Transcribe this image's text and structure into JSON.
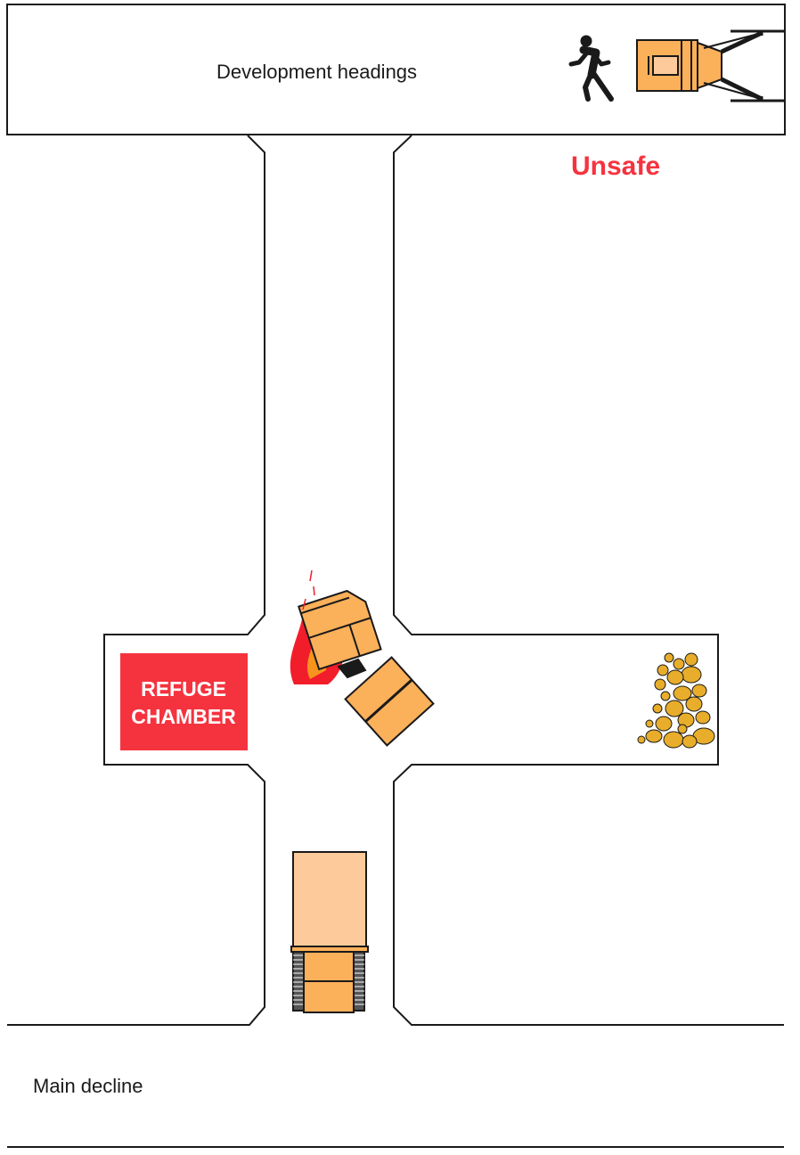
{
  "labels": {
    "development_headings": "Development headings",
    "unsafe": "Unsafe",
    "refuge_line1": "REFUGE",
    "refuge_line2": "CHAMBER",
    "main_decline": "Main decline"
  },
  "colors": {
    "stroke": "#1a1a1a",
    "unsafe_red": "#f5333f",
    "refuge_red": "#f5333f",
    "vehicle_orange": "#fbb05a",
    "vehicle_light": "#fdcb9b",
    "rock_gold": "#e8ad2a",
    "fire_red": "#f21d2b",
    "fire_orange": "#f7941d"
  },
  "icons": [
    "walking-person-icon",
    "loader-vehicle-icon",
    "burning-vehicle-icon",
    "rock-pile-icon",
    "haul-truck-icon"
  ]
}
